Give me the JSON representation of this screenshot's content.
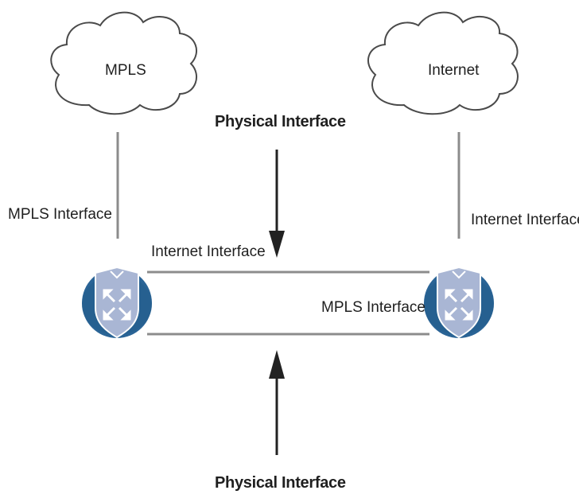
{
  "clouds": {
    "mpls": {
      "label": "MPLS"
    },
    "internet": {
      "label": "Internet"
    }
  },
  "labels": {
    "physical_interface_top": "Physical Interface",
    "physical_interface_bottom": "Physical Interface",
    "left_mpls_interface": "MPLS Interface",
    "left_internet_interface": "Internet Interface",
    "right_internet_interface": "Internet Interface",
    "right_mpls_interface": "MPLS Interface"
  },
  "colors": {
    "router_blue": "#2a6496",
    "router_shield": "#a9b6d4",
    "link_gray": "#8c8c8c",
    "arrow_dark": "#222222"
  }
}
